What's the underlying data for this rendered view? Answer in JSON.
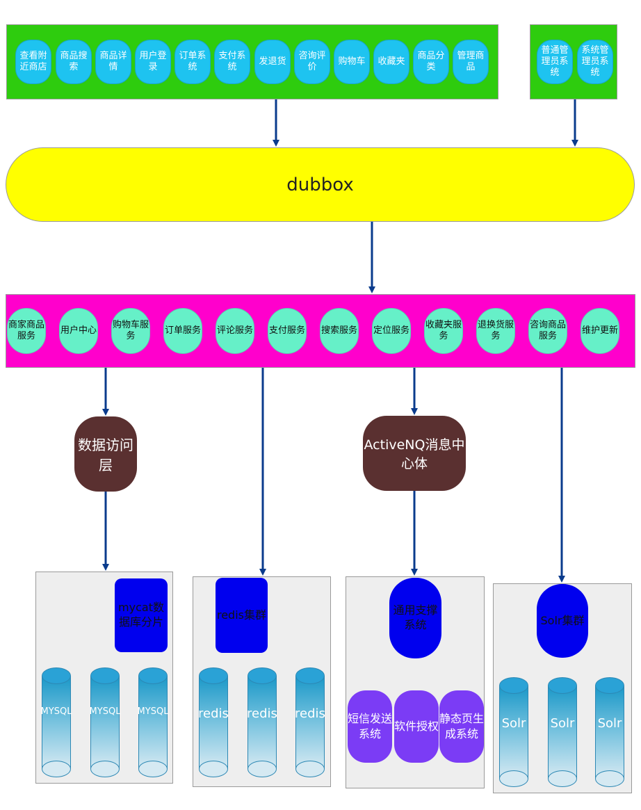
{
  "top_left_buttons": [
    "查看附近商店",
    "商品搜索",
    "商品详情",
    "用户登录",
    "订单系统",
    "支付系统",
    "发退货",
    "咨询评价",
    "购物车",
    "收藏夹",
    "商品分类",
    "管理商品"
  ],
  "top_right_buttons": [
    "普通管理员系统",
    "系统管理员系统"
  ],
  "bus_label": "dubbox",
  "services": [
    "商家商品服务",
    "用户中心",
    "购物车服务",
    "订单服务",
    "评论服务",
    "支付服务",
    "搜索服务",
    "定位服务",
    "收藏夹服务",
    "退换货服务",
    "咨询商品服务",
    "维护更新"
  ],
  "data_access_label": "数据访问层",
  "mq_label": "ActiveNQ消息中心体",
  "clusters": {
    "mysql": {
      "head": "mycat数据库分片",
      "nodes": [
        "MYSQL",
        "MYSQL",
        "MYSQL"
      ]
    },
    "redis": {
      "head": "redis集群",
      "nodes": [
        "redis",
        "redis",
        "redis"
      ]
    },
    "support": {
      "head": "通用支撑系统",
      "subs": [
        "短信发送系统",
        "软件授权",
        "静态页生成系统"
      ]
    },
    "solr": {
      "head": "Solr集群",
      "nodes": [
        "Solr",
        "Solr",
        "Solr"
      ]
    }
  },
  "colors": {
    "top_band": "#2ecc0e",
    "top_button": "#1ec3f0",
    "bus": "#ffff00",
    "service_band": "#ff00cc",
    "service_button": "#66f0c8",
    "middle_node": "#5a3030",
    "cluster_head": "#0000ee",
    "sub_system": "#7b3cf5",
    "arrow": "#0a3b8c"
  }
}
